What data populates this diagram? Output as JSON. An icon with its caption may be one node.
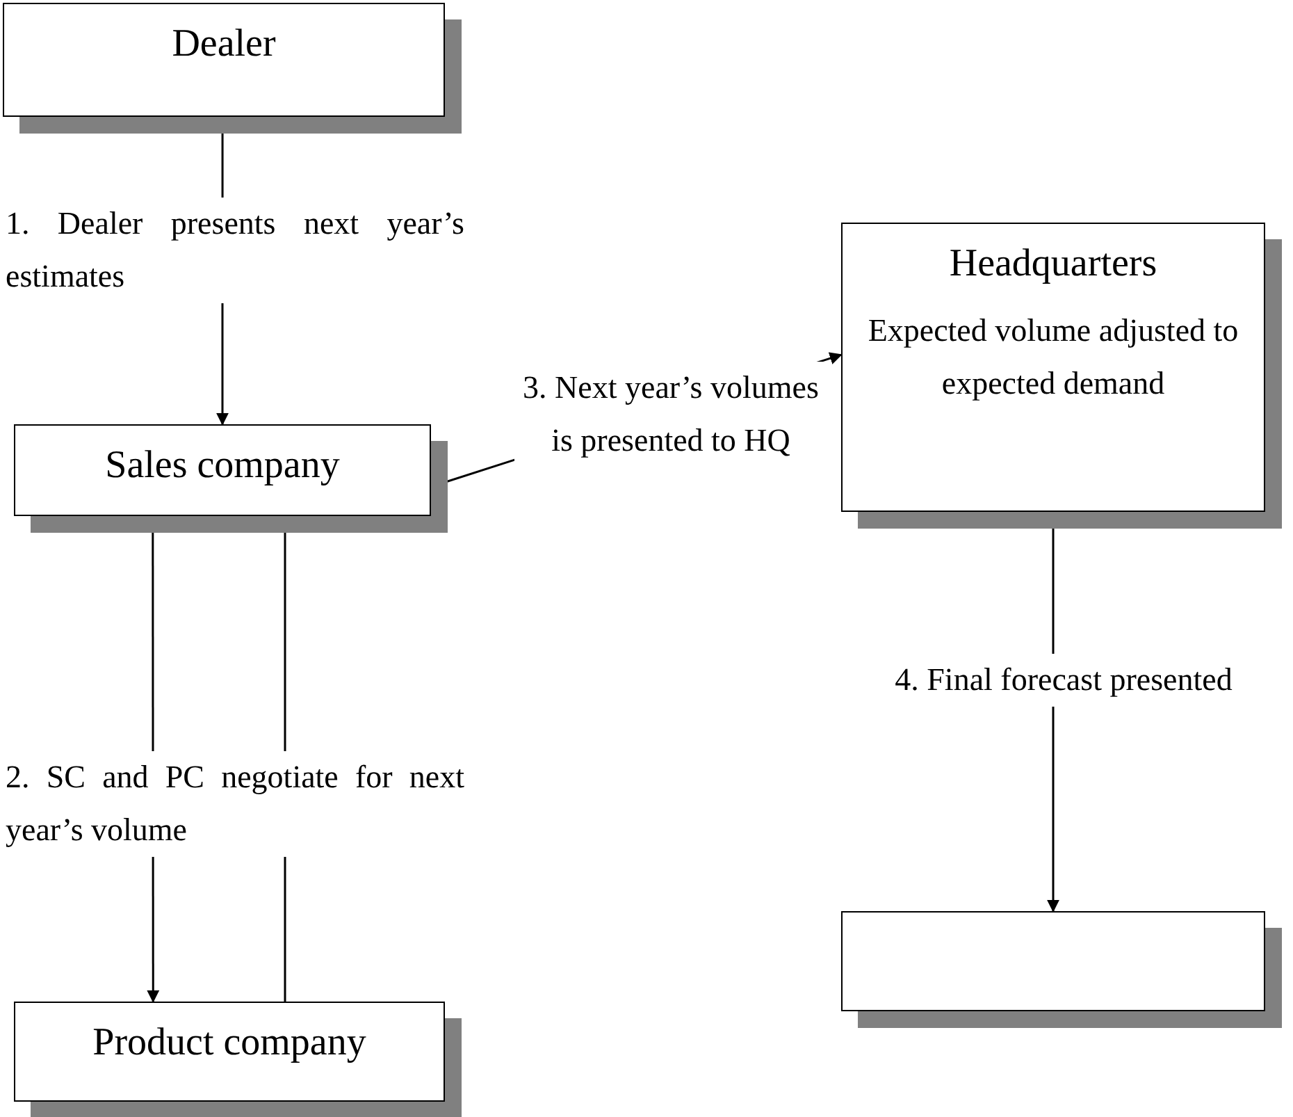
{
  "diagram": {
    "nodes": [
      {
        "text": [
          "Dealer"
        ]
      },
      {
        "text": [
          "Sales company"
        ]
      },
      {
        "text": [
          "Headquarters",
          "Expected volume adjusted to expected demand"
        ]
      },
      {
        "text": [
          "Product company"
        ]
      },
      {
        "text": [],
        "shape": "box"
      }
    ],
    "edges": [
      {
        "from": 0,
        "to": 1,
        "arrow": "to",
        "label": "1. Dealer presents next year’s estimates"
      },
      {
        "from": 1,
        "to": 3,
        "arrow": "to",
        "label": "2. SC and PC negotiate for next year’s volume"
      },
      {
        "from": 3,
        "to": 1,
        "arrow": "to"
      },
      {
        "from": 1,
        "to": 2,
        "arrow": "to",
        "label": "3. Next year’s volumes is presented to HQ"
      },
      {
        "from": 2,
        "to": 4,
        "arrow": "to",
        "label": "4. Final forecast presented"
      }
    ]
  }
}
